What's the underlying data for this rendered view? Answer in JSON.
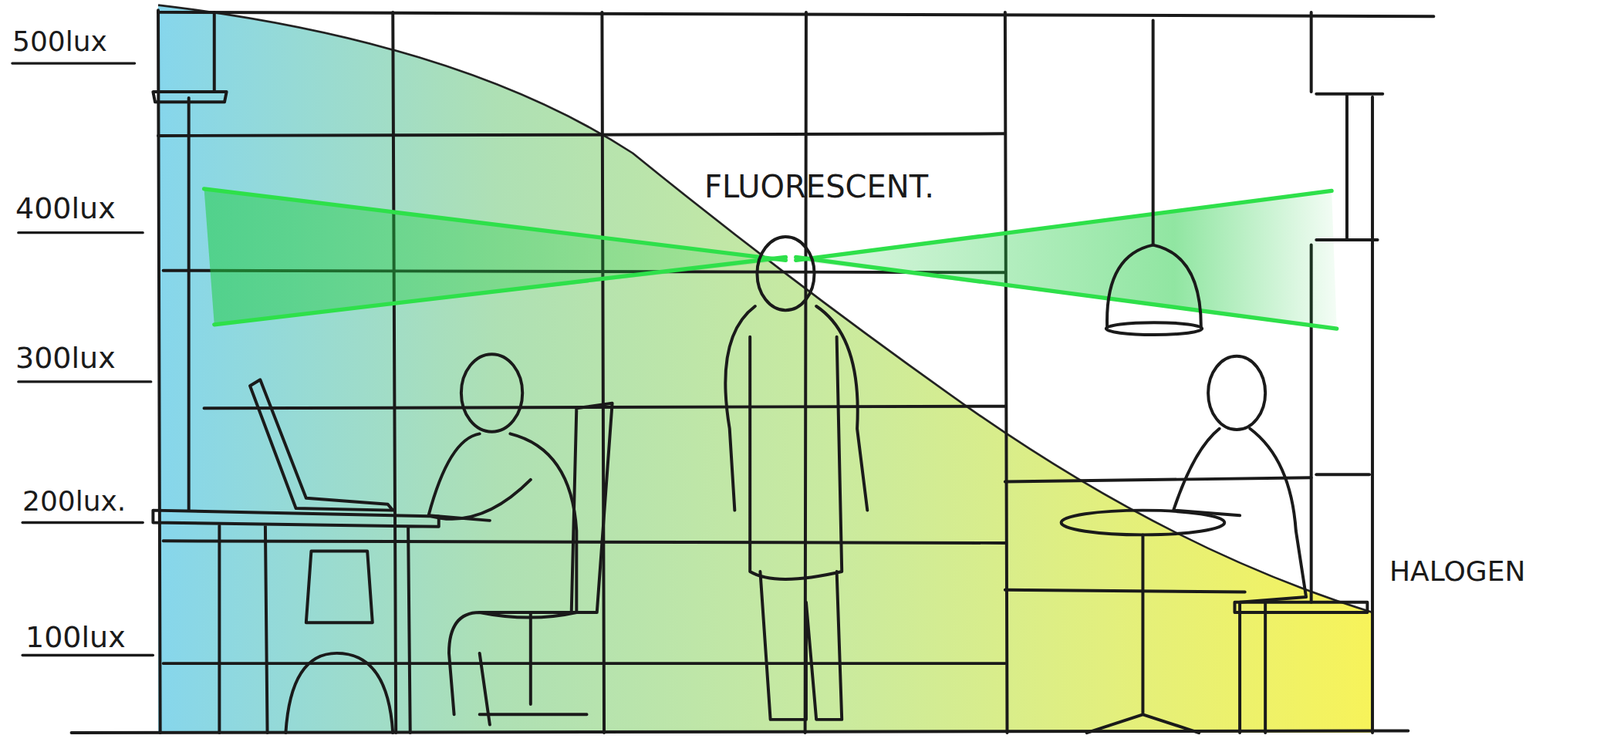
{
  "diagram": {
    "labels": [
      "500lux",
      "400lux",
      "300lux",
      "200lux.",
      "100lux",
      "FLUORESCENT.",
      "HALOGEN"
    ]
  }
}
